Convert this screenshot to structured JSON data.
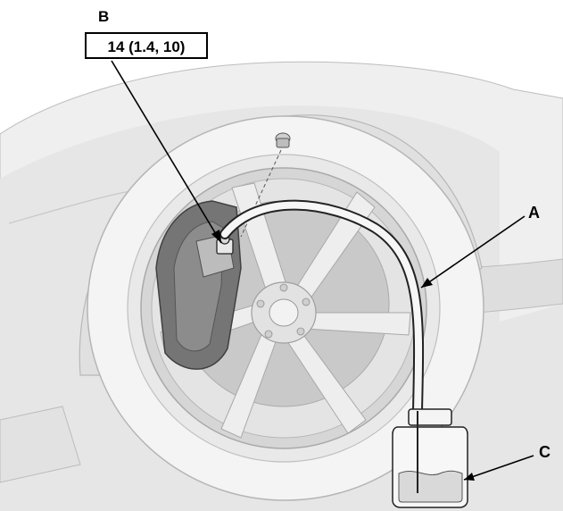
{
  "callouts": {
    "b": {
      "letter": "B",
      "torque_spec": "14 (1.4, 10)"
    },
    "a": {
      "letter": "A"
    },
    "c": {
      "letter": "C"
    }
  },
  "colors": {
    "body_fill": "#ececec",
    "body_shade": "#dcdcdc",
    "tire_fill": "#f2f2f2",
    "wheel_fill": "#d2d2d2",
    "caliper_fill": "#6e6e6e",
    "line": "#000000"
  }
}
